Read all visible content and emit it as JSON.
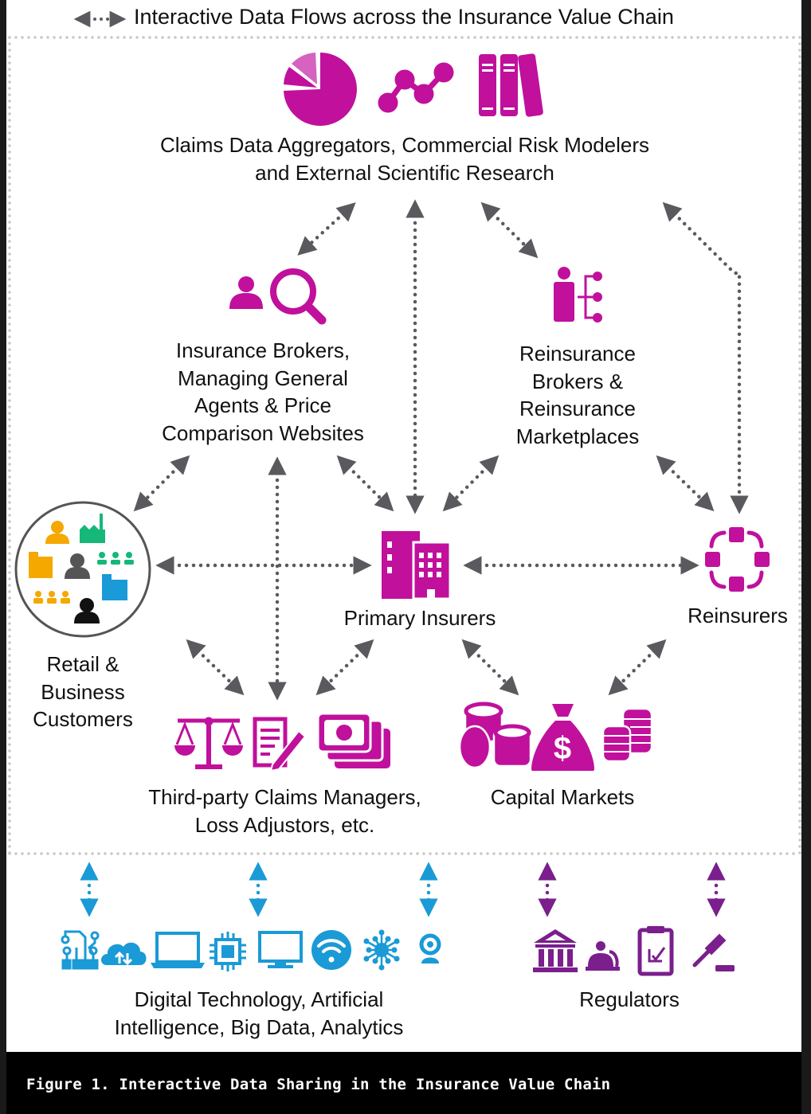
{
  "header": {
    "title": "Interactive Data Flows across the Insurance Value Chain",
    "legend_icon": "double-arrow-dotted-icon"
  },
  "colors": {
    "magenta": "#c0109c",
    "purple": "#7a1f8c",
    "blue": "#1a9ad6",
    "arrow_gray": "#5a5a5e",
    "border_dots": "#c8c8c8",
    "orange": "#f5a800",
    "green": "#16b87a",
    "dark_gray": "#555555",
    "black": "#111111"
  },
  "nodes": {
    "aggregators": {
      "label_lines": [
        "Claims Data Aggregators, Commercial Risk Modelers",
        "and External Scientific Research"
      ],
      "icons": [
        "pie-chart-icon",
        "line-graph-icon",
        "binders-icon"
      ]
    },
    "brokers": {
      "label_lines": [
        "Insurance Brokers,",
        "Managing General",
        "Agents & Price",
        "Comparison Websites"
      ],
      "icons": [
        "person-icon",
        "magnifier-icon"
      ]
    },
    "reinsurance_brokers": {
      "label_lines": [
        "Reinsurance",
        "Brokers &",
        "Reinsurance",
        "Marketplaces"
      ],
      "icons": [
        "person-hierarchy-icon"
      ]
    },
    "customers": {
      "label_lines": [
        "Retail &",
        "Business",
        "Customers"
      ],
      "icons": [
        "customer-group-circle-icon"
      ]
    },
    "primary_insurers": {
      "label_lines": [
        "Primary Insurers"
      ],
      "icons": [
        "office-building-icon"
      ]
    },
    "reinsurers": {
      "label_lines": [
        "Reinsurers"
      ],
      "icons": [
        "network-nodes-icon"
      ]
    },
    "claims_managers": {
      "label_lines": [
        "Third-party Claims Managers,",
        "Loss Adjustors, etc."
      ],
      "icons": [
        "scales-icon",
        "document-pen-icon",
        "banknotes-icon"
      ]
    },
    "capital_markets": {
      "label_lines": [
        "Capital Markets"
      ],
      "icons": [
        "coin-stacks-icon",
        "money-bag-icon",
        "coin-stack-icon"
      ]
    },
    "digital_tech": {
      "label_lines": [
        "Digital Technology, Artificial",
        "Intelligence, Big Data, Analytics"
      ],
      "icons": [
        "circuit-icon",
        "cloud-sync-icon",
        "laptop-icon",
        "chip-icon",
        "monitor-icon",
        "wifi-icon",
        "network-hub-icon",
        "webcam-icon"
      ]
    },
    "regulators": {
      "label_lines": [
        "Regulators"
      ],
      "icons": [
        "government-building-icon",
        "speaker-podium-icon",
        "clipboard-check-icon",
        "gavel-icon"
      ]
    }
  },
  "caption": "Figure 1. Interactive Data Sharing in the Insurance Value Chain"
}
